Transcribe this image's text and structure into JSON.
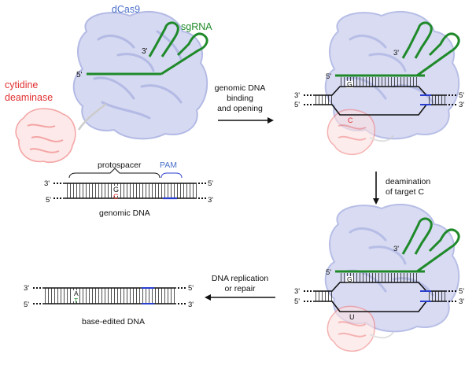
{
  "labels": {
    "dcas9": "dCas9",
    "sgrna": "sgRNA",
    "cytidine": "cytidine",
    "deaminase": "deaminase",
    "protospacer": "protospacer",
    "pam": "PAM",
    "genomic_dna": "genomic DNA",
    "base_edited_dna": "base-edited DNA",
    "step1_line1": "genomic DNA",
    "step1_line2": "binding",
    "step1_line3": "and opening",
    "step2_line1": "deamination",
    "step2_line2": "of target C",
    "step3_line1": "DNA replication",
    "step3_line2": "or repair",
    "five_prime": "5'",
    "three_prime": "3'"
  },
  "bases": {
    "g": "G",
    "c": "C",
    "u": "U",
    "a": "A",
    "t": "T"
  },
  "colors": {
    "protein": "#9aa3dc",
    "protein_fill": "#c9cdee",
    "deaminase": "#f08080",
    "sgrna": "#1f8a2a",
    "label_blue": "#4a6fc9",
    "label_red": "#e03030",
    "pam_blue": "#2a3fd0",
    "dna": "#111111"
  }
}
